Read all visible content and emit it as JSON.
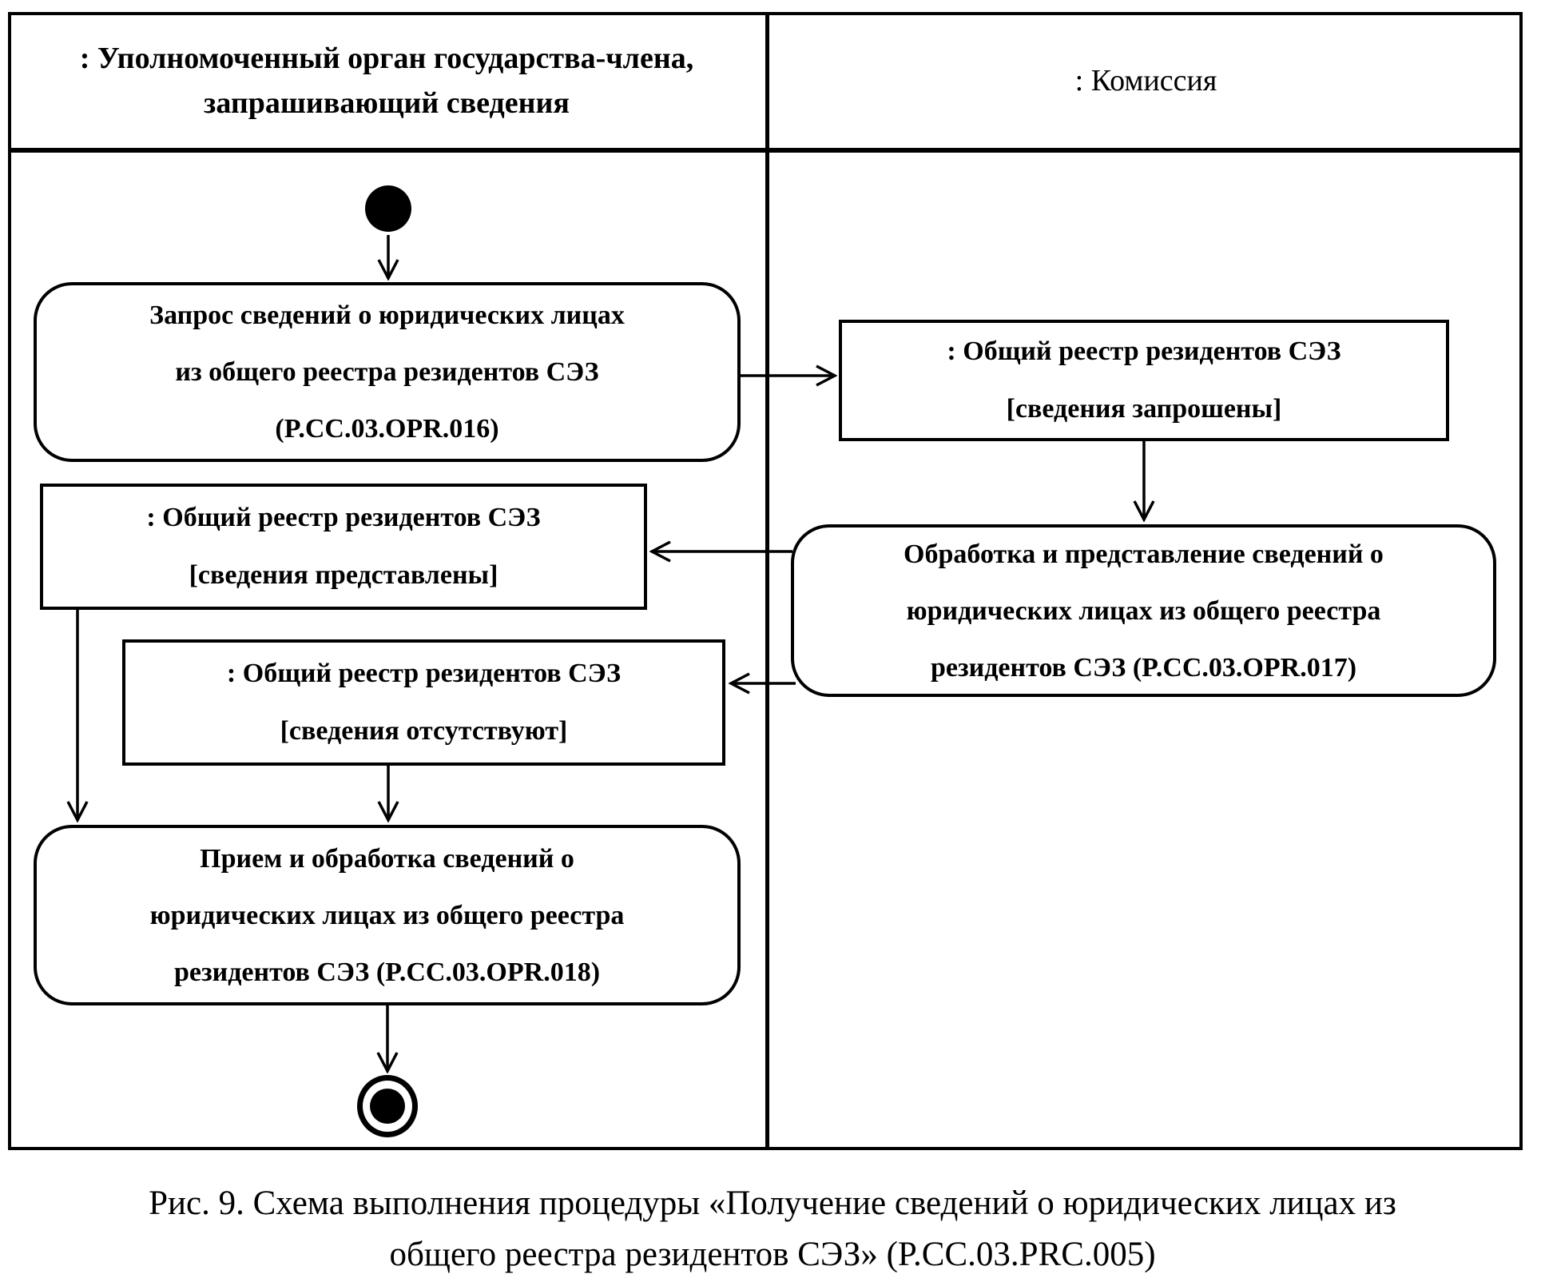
{
  "lanes": {
    "requester": {
      "title_line1": ": Уполномоченный орган государства-члена,",
      "title_line2": "запрашивающий сведения"
    },
    "commission": {
      "title": ": Комиссия"
    }
  },
  "nodes": {
    "activity_request": {
      "line1": "Запрос сведений о юридических лицах",
      "line2": "из общего реестра резидентов СЭЗ",
      "line3": "(P.CC.03.OPR.016)"
    },
    "object_requested": {
      "name": ": Общий реестр резидентов СЭЗ",
      "state": "[сведения запрошены]"
    },
    "activity_processing": {
      "line1": "Обработка и представление сведений о",
      "line2": "юридических лицах из общего реестра",
      "line3": "резидентов СЭЗ (P.CC.03.OPR.017)"
    },
    "object_provided": {
      "name": ": Общий реестр резидентов СЭЗ",
      "state": "[сведения представлены]"
    },
    "object_missing": {
      "name": ": Общий реестр резидентов СЭЗ",
      "state": "[сведения отсутствуют]"
    },
    "activity_receive": {
      "line1": "Прием и обработка сведений о",
      "line2": "юридических лицах из общего реестра",
      "line3": "резидентов СЭЗ (P.CC.03.OPR.018)"
    }
  },
  "caption": {
    "line1": "Рис. 9. Схема выполнения процедуры «Получение сведений о юридических лицах из",
    "line2": "общего реестра резидентов СЭЗ» (P.CC.03.PRC.005)"
  },
  "colors": {
    "ink": "#000000",
    "paper": "#ffffff"
  }
}
